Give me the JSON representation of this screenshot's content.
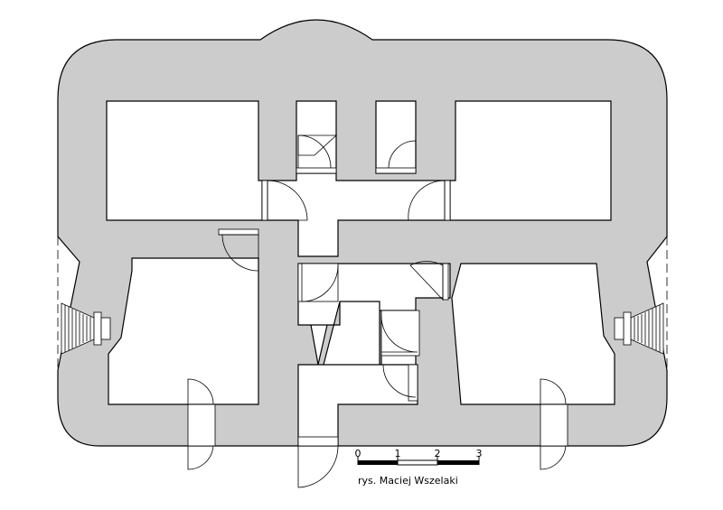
{
  "colors": {
    "wall": "#cccccc",
    "outline": "#000000",
    "background": "#ffffff"
  },
  "scale_bar": {
    "ticks": [
      "0",
      "1",
      "2",
      "3"
    ]
  },
  "credit": "rys. Maciej Wszelaki"
}
